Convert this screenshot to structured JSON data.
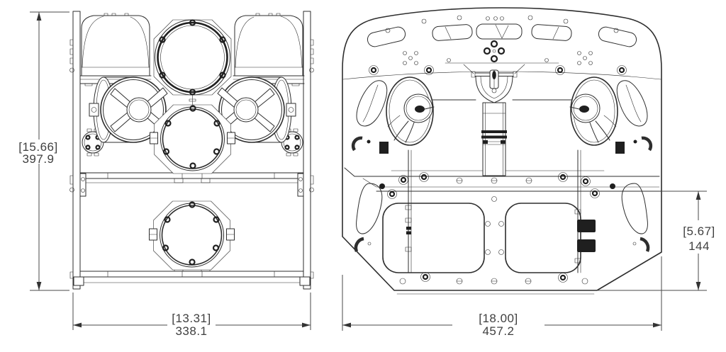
{
  "drawing": {
    "dimensions": {
      "front_height": {
        "inches": "[15.66]",
        "mm": "397.9"
      },
      "front_width": {
        "inches": "[13.31]",
        "mm": "338.1"
      },
      "top_width": {
        "inches": "[18.00]",
        "mm": "457.2"
      },
      "top_depth": {
        "inches": "[5.67]",
        "mm": "144"
      }
    },
    "colors": {
      "line": "#2e2e2e",
      "dimension": "#4a4a4a",
      "background": "#ffffff"
    }
  }
}
